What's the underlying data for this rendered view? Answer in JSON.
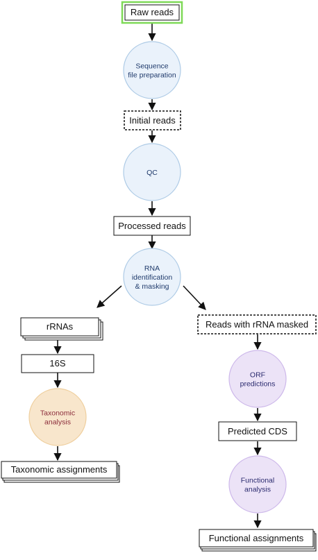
{
  "colors": {
    "process_fill": "#eaf2fb",
    "process_stroke": "#aecbe6",
    "process_text": "#1f3a6b",
    "taxonomy_fill": "#f8e6cc",
    "taxonomy_stroke": "#efcf9e",
    "taxonomy_text": "#8b2c3a",
    "function_fill": "#ece3f7",
    "function_stroke": "#cdb8ea",
    "function_text": "#2a2a6e",
    "start_border": "#7ed957",
    "line": "#111111"
  },
  "nodes": {
    "raw_reads": "Raw reads",
    "seq_prep": [
      "Sequence",
      "file preparation"
    ],
    "initial_reads": "Initial reads",
    "qc": [
      "QC"
    ],
    "processed_reads": "Processed reads",
    "rna_id": [
      "RNA",
      "identification",
      "& masking"
    ],
    "rrnas": "rRNAs",
    "s16": "16S",
    "tax_analysis": [
      "Taxonomic",
      "analysis"
    ],
    "tax_assign": "Taxonomic assignments",
    "rrna_masked": "Reads with rRNA masked",
    "orf_pred": [
      "ORF",
      "predictions"
    ],
    "pred_cds": "Predicted CDS",
    "func_analysis": [
      "Functional",
      "analysis"
    ],
    "func_assign": "Functional assignments"
  }
}
